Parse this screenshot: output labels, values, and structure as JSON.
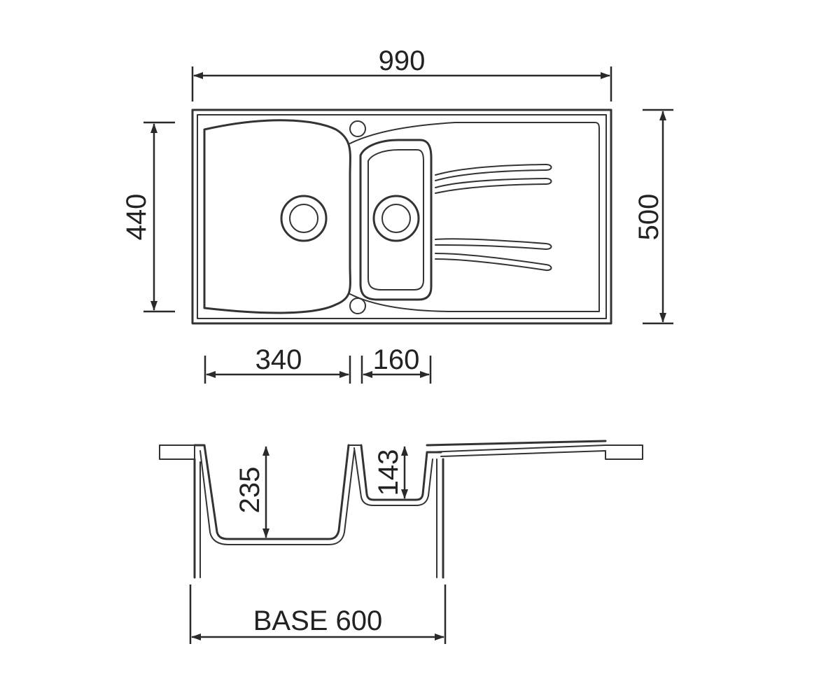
{
  "colors": {
    "line": "#333333",
    "background": "#ffffff",
    "text": "#222222"
  },
  "top_view": {
    "overall_width": "990",
    "bowl_height": "440",
    "overall_depth": "500",
    "main_bowl_width": "340",
    "small_bowl_width": "160"
  },
  "section_view": {
    "main_bowl_depth": "235",
    "small_bowl_depth": "143",
    "base_size": "BASE 600"
  }
}
